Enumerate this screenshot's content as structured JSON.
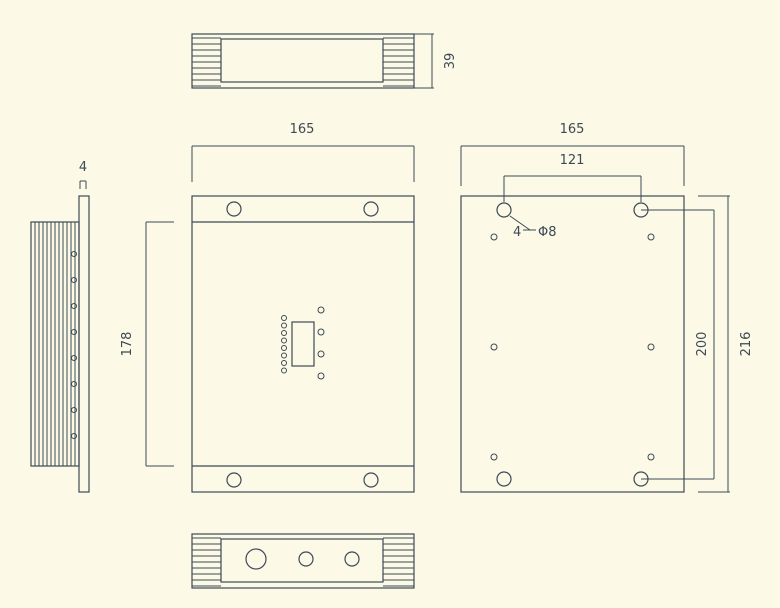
{
  "dimensions": {
    "front_height": "39",
    "top_width": "165",
    "bottom_width": "165",
    "hole_spacing": "121",
    "side_thickness": "4",
    "mount_height": "178",
    "hole_vertical_spacing": "200",
    "total_height": "216",
    "hole_spec_count": "4",
    "hole_spec_dia": "Φ8"
  },
  "colors": {
    "background": "#fcf9e6",
    "line": "#3c4a56"
  }
}
